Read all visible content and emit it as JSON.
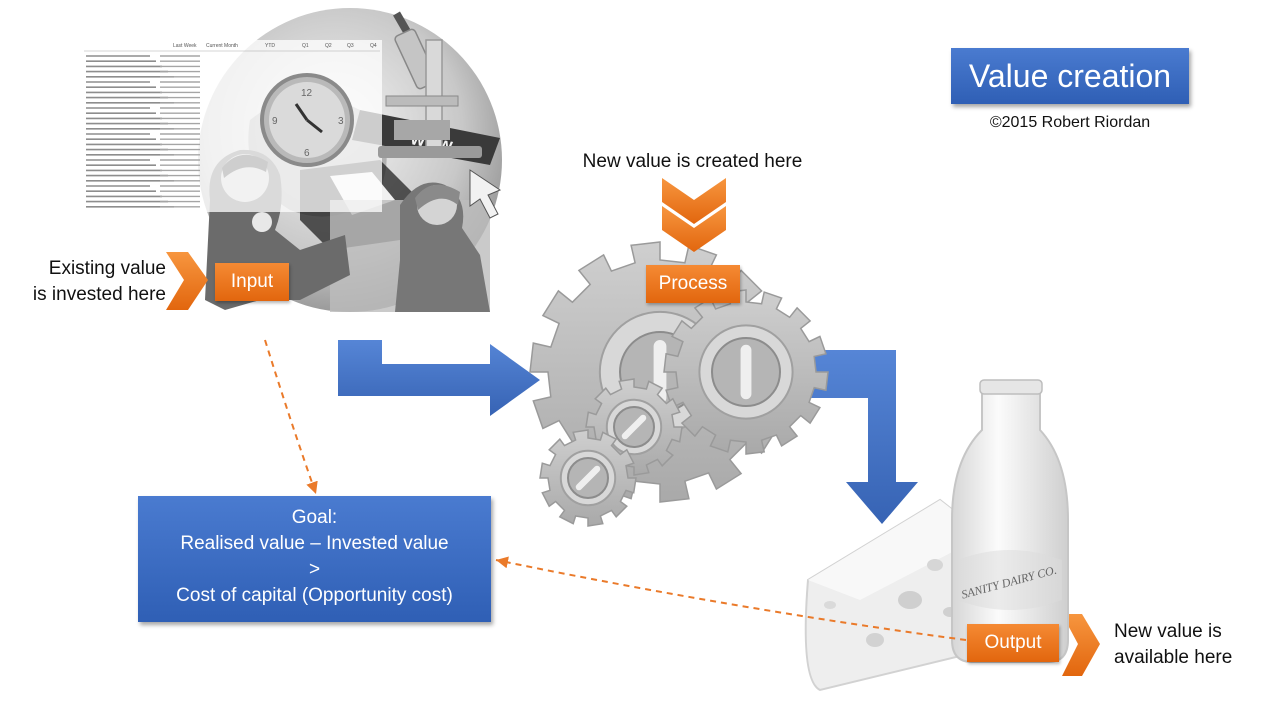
{
  "title": "Value creation",
  "copyright": "©2015 Robert Riordan",
  "captions": {
    "process_top": "New value is created here",
    "existing_line1": "Existing value",
    "existing_line2": "is invested here",
    "output_line1": "New value is",
    "output_line2": "available here"
  },
  "labels": {
    "input": "Input",
    "process": "Process",
    "output": "Output"
  },
  "goal": {
    "line1": "Goal:",
    "line2": "Realised value – Invested value",
    "line3": ">",
    "line4": "Cost of capital (Opportunity cost)"
  },
  "icons": [
    "globe-collage",
    "clock-icon",
    "microscope-icon",
    "gears-icon",
    "milk-bottle-icon",
    "cheese-icon",
    "chevron-icon",
    "flow-arrow-icon"
  ],
  "colors": {
    "accent_blue": "#2f5fb5",
    "accent_orange": "#e2660e",
    "dashed_arrow": "#ea7a2a"
  },
  "spreadsheet": {
    "header": [
      "Last Week",
      "Current Month",
      "YTD",
      "Q1",
      "Q2",
      "Q3",
      "Q4"
    ]
  },
  "bottle_text": "SANITY DAIRY CO."
}
